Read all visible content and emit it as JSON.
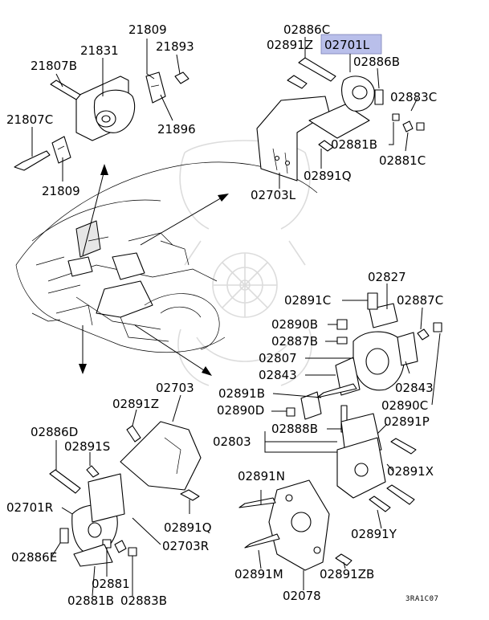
{
  "highlight_color": "#b9bfea",
  "diagram_ref": "3RA1C07",
  "callouts": {
    "p21809_top": "21809",
    "p21831": "21831",
    "p21893": "21893",
    "p21807B": "21807B",
    "p21807C": "21807C",
    "p21896": "21896",
    "p21809_bot": "21809",
    "p02886C": "02886C",
    "p02891Z_top": "02891Z",
    "p02701L": "02701L",
    "p02886B": "02886B",
    "p02883C": "02883C",
    "p02881B_top": "02881B",
    "p02881C": "02881C",
    "p02891Q_top": "02891Q",
    "p02703L": "02703L",
    "p02827": "02827",
    "p02891C": "02891C",
    "p02887C": "02887C",
    "p02890B": "02890B",
    "p02887B": "02887B",
    "p02807": "02807",
    "p02843_left": "02843",
    "p02843_right": "02843",
    "p02891B": "02891B",
    "p02890C": "02890C",
    "p02890D": "02890D",
    "p02703_bot": "02703",
    "p02891Z_bot": "02891Z",
    "p02888B": "02888B",
    "p02891P": "02891P",
    "p02886D": "02886D",
    "p02803": "02803",
    "p02891S": "02891S",
    "p02891N": "02891N",
    "p02891X": "02891X",
    "p02701R": "02701R",
    "p02891Q_bot": "02891Q",
    "p02891Y": "02891Y",
    "p02703R": "02703R",
    "p02886E": "02886E",
    "p02881": "02881",
    "p02891M": "02891M",
    "p02881B_bot": "02881B",
    "p02883B": "02883B",
    "p02078": "02078",
    "p02891ZB": "02891ZB"
  }
}
